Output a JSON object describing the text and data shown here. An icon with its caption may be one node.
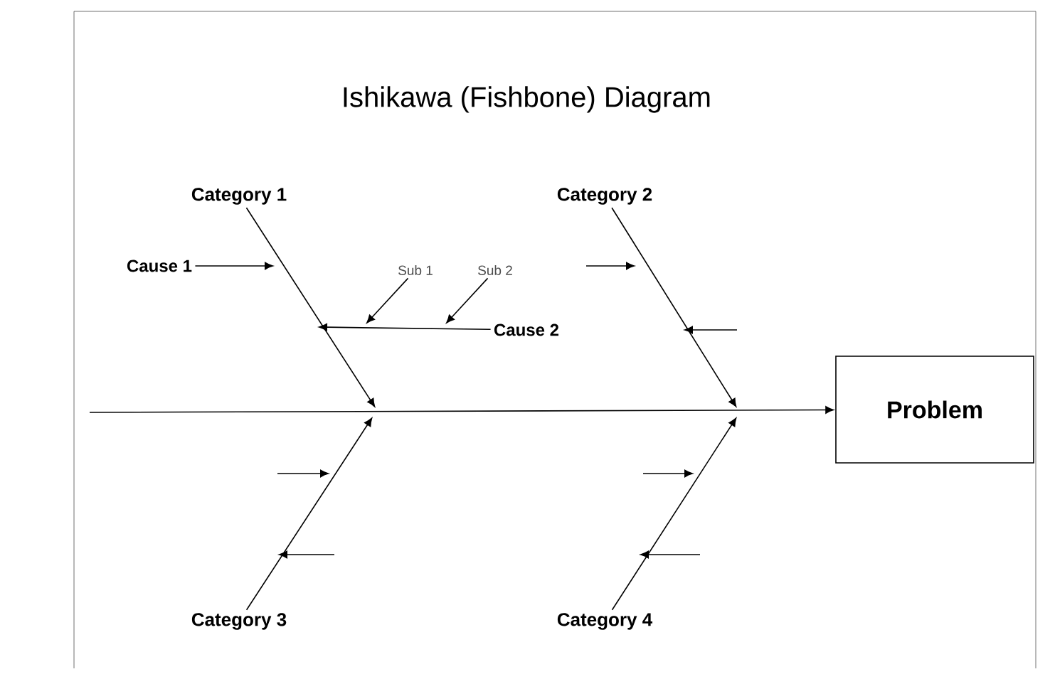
{
  "diagram": {
    "title": "Ishikawa (Fishbone) Diagram",
    "nodes": [
      {
        "text": [
          "Category 1"
        ]
      },
      {
        "text": [
          "Category 2"
        ]
      },
      {
        "text": [
          "Cause 1"
        ]
      },
      {
        "text": [
          "Sub 1"
        ]
      },
      {
        "text": [
          "Sub 2"
        ]
      },
      {
        "text": [
          "Cause 2"
        ]
      },
      {
        "text": [
          "Problem"
        ]
      },
      {
        "text": [
          "Category 3"
        ]
      },
      {
        "text": [
          "Category 4"
        ]
      }
    ],
    "edges": [
      {
        "from": 0,
        "to": null,
        "arrow": "to"
      },
      {
        "from": 1,
        "to": null,
        "arrow": "to"
      },
      {
        "from": 7,
        "to": null,
        "arrow": "to"
      },
      {
        "from": 8,
        "to": null,
        "arrow": "to"
      },
      {
        "from": null,
        "to": 6,
        "arrow": "to"
      },
      {
        "from": 2,
        "to": null,
        "arrow": "to"
      },
      {
        "from": 3,
        "to": null,
        "arrow": "to"
      },
      {
        "from": 4,
        "to": null,
        "arrow": "to"
      },
      {
        "from": 5,
        "to": null,
        "arrow": "to"
      }
    ]
  }
}
